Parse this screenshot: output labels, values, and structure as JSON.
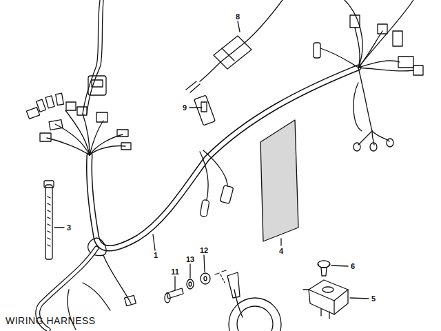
{
  "diagram": {
    "caption": "WIRING HARNESS",
    "labels": [
      "8",
      "9",
      "3",
      "1",
      "4",
      "6",
      "5",
      "11",
      "13",
      "12"
    ]
  }
}
